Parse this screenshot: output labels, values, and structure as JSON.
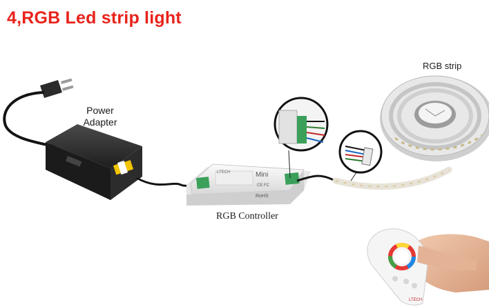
{
  "title": "4,RGB Led strip light",
  "labels": {
    "power_adapter_line1": "Power",
    "power_adapter_line2": "Adapter",
    "rgb_strip": "RGB strip",
    "rgb_controller": "RGB Controller"
  },
  "controller_markings": {
    "brand": "LTECH",
    "model": "Mini",
    "rohs": "RoHS",
    "ce": "CE FC"
  },
  "remote_brand": "LTECH",
  "colors": {
    "title": "#e8231b",
    "adapter": "#2a2a2a",
    "controller_body": "#f2f2f2",
    "terminal_green": "#3aa05a",
    "strip_reel": "#dcdcdc",
    "adapter_label": "#f2c400"
  }
}
